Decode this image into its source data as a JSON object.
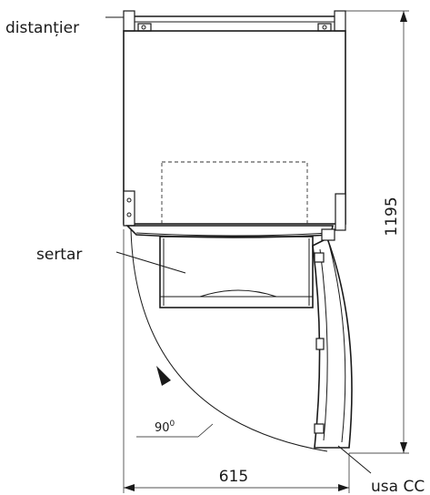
{
  "labels": {
    "spacer": "distanțier",
    "drawer": "sertar",
    "door": "usa CC"
  },
  "dimensions": {
    "height": "1195",
    "width": "615"
  },
  "angle": {
    "value": "90",
    "unit": "0"
  }
}
